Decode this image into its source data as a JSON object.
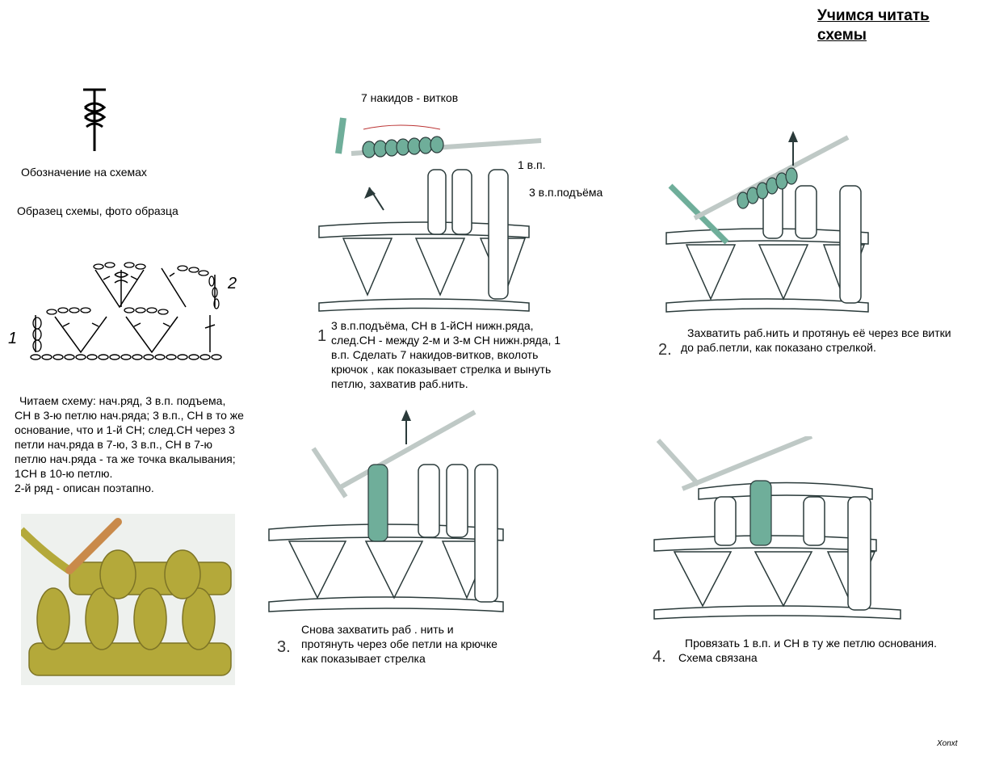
{
  "title_line1": "Учимся читать",
  "title_line2": "схемы",
  "symbol_caption": "Обозначение на схемах",
  "sample_caption": "Образец  схемы, фото образца",
  "schema_row_label_1": "1",
  "schema_row_label_2": "2",
  "read_scheme_text": [
    "Читаем схему:  нач.ряд, 3 в.п. подъема,",
    "СН в 3-ю петлю нач.ряда; 3 в.п., СН в то же",
    "основание, что и 1-й СН;  след.СН через 3",
    "петли нач.ряда в 7-ю, 3 в.п., СН в 7-ю",
    "петлю нач.ряда - та же точка вкалывания;",
    "1СН в 10-ю петлю.",
    "2-й ряд - описан поэтапно."
  ],
  "step1": {
    "number": "1",
    "label_wraps": "7  накидов - витков",
    "label_ch": "1 в.п.",
    "label_turn": "3 в.п.подъёма",
    "text": [
      "3 в.п.подъёма, СН в 1-йСН нижн.ряда,",
      "след.СН - между 2-м и 3-м СН нижн.ряда, 1",
      "в.п.    Сделать 7 накидов-витков, вколоть",
      "крючок , как показывает стрелка и вынуть",
      "петлю, захватив раб.нить."
    ]
  },
  "step2": {
    "number": "2.",
    "text": [
      "Захватить раб.нить и протянуь её через все  витки",
      "до раб.петли, как показано стрелкой."
    ]
  },
  "step3": {
    "number": "3.",
    "text": [
      "Снова захватить раб . нить и",
      "протянуть через обе петли на крючке",
      "как показывает стрелка"
    ]
  },
  "step4": {
    "number": "4.",
    "text": [
      "Провязать 1 в.п. и СН в ту же петлю основания.",
      "Схема связана"
    ]
  },
  "signature": "Xonxt",
  "colors": {
    "yarn_accent": "#6fae9a",
    "outline": "#2a3a3a",
    "swatch_yarn": "#b4a93a",
    "hook": "#c98a4a"
  }
}
